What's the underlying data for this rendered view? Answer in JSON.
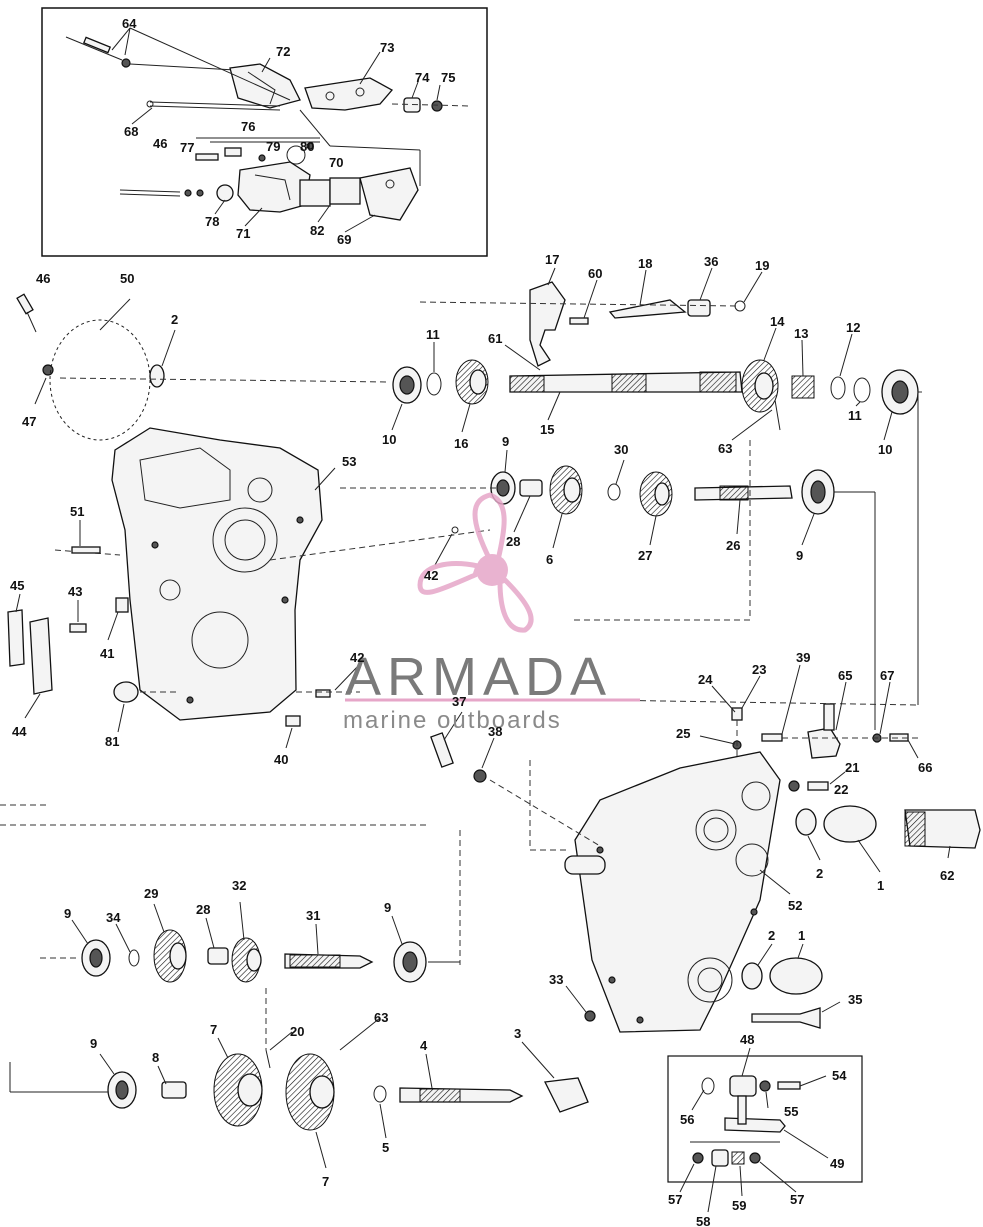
{
  "brand": {
    "name": "ARMADA",
    "tagline": "marine outboards",
    "color": "#e6a6c8"
  },
  "callouts": [
    {
      "id": "c64",
      "text": "64"
    },
    {
      "id": "c72",
      "text": "72"
    },
    {
      "id": "c73",
      "text": "73"
    },
    {
      "id": "c74",
      "text": "74"
    },
    {
      "id": "c75",
      "text": "75"
    },
    {
      "id": "c68",
      "text": "68"
    },
    {
      "id": "c76",
      "text": "76"
    },
    {
      "id": "c46a",
      "text": "46"
    },
    {
      "id": "c77",
      "text": "77"
    },
    {
      "id": "c79",
      "text": "79"
    },
    {
      "id": "c80",
      "text": "80"
    },
    {
      "id": "c70",
      "text": "70"
    },
    {
      "id": "c78",
      "text": "78"
    },
    {
      "id": "c71",
      "text": "71"
    },
    {
      "id": "c82",
      "text": "82"
    },
    {
      "id": "c69",
      "text": "69"
    },
    {
      "id": "c46b",
      "text": "46"
    },
    {
      "id": "c50",
      "text": "50"
    },
    {
      "id": "c2a",
      "text": "2"
    },
    {
      "id": "c47",
      "text": "47"
    },
    {
      "id": "c17",
      "text": "17"
    },
    {
      "id": "c60",
      "text": "60"
    },
    {
      "id": "c18",
      "text": "18"
    },
    {
      "id": "c36",
      "text": "36"
    },
    {
      "id": "c19",
      "text": "19"
    },
    {
      "id": "c14",
      "text": "14"
    },
    {
      "id": "c13",
      "text": "13"
    },
    {
      "id": "c12",
      "text": "12"
    },
    {
      "id": "c61",
      "text": "61"
    },
    {
      "id": "c11a",
      "text": "11"
    },
    {
      "id": "c10a",
      "text": "10"
    },
    {
      "id": "c16",
      "text": "16"
    },
    {
      "id": "c15",
      "text": "15"
    },
    {
      "id": "c63a",
      "text": "63"
    },
    {
      "id": "c11b",
      "text": "11"
    },
    {
      "id": "c10b",
      "text": "10"
    },
    {
      "id": "c53",
      "text": "53"
    },
    {
      "id": "c9a",
      "text": "9"
    },
    {
      "id": "c30",
      "text": "30"
    },
    {
      "id": "c28a",
      "text": "28"
    },
    {
      "id": "c6",
      "text": "6"
    },
    {
      "id": "c27",
      "text": "27"
    },
    {
      "id": "c26",
      "text": "26"
    },
    {
      "id": "c9b",
      "text": "9"
    },
    {
      "id": "c51",
      "text": "51"
    },
    {
      "id": "c42a",
      "text": "42"
    },
    {
      "id": "c45",
      "text": "45"
    },
    {
      "id": "c43",
      "text": "43"
    },
    {
      "id": "c41",
      "text": "41"
    },
    {
      "id": "c44",
      "text": "44"
    },
    {
      "id": "c81",
      "text": "81"
    },
    {
      "id": "c42b",
      "text": "42"
    },
    {
      "id": "c40",
      "text": "40"
    },
    {
      "id": "c37",
      "text": "37"
    },
    {
      "id": "c38",
      "text": "38"
    },
    {
      "id": "c24",
      "text": "24"
    },
    {
      "id": "c23",
      "text": "23"
    },
    {
      "id": "c39",
      "text": "39"
    },
    {
      "id": "c65",
      "text": "65"
    },
    {
      "id": "c67",
      "text": "67"
    },
    {
      "id": "c25",
      "text": "25"
    },
    {
      "id": "c66",
      "text": "66"
    },
    {
      "id": "c21",
      "text": "21"
    },
    {
      "id": "c22",
      "text": "22"
    },
    {
      "id": "c2b",
      "text": "2"
    },
    {
      "id": "c1a",
      "text": "1"
    },
    {
      "id": "c62",
      "text": "62"
    },
    {
      "id": "c52",
      "text": "52"
    },
    {
      "id": "c9c",
      "text": "9"
    },
    {
      "id": "c34",
      "text": "34"
    },
    {
      "id": "c29",
      "text": "29"
    },
    {
      "id": "c28b",
      "text": "28"
    },
    {
      "id": "c32",
      "text": "32"
    },
    {
      "id": "c31",
      "text": "31"
    },
    {
      "id": "c9d",
      "text": "9"
    },
    {
      "id": "c2c",
      "text": "2"
    },
    {
      "id": "c1b",
      "text": "1"
    },
    {
      "id": "c33",
      "text": "33"
    },
    {
      "id": "c35",
      "text": "35"
    },
    {
      "id": "c9e",
      "text": "9"
    },
    {
      "id": "c8",
      "text": "8"
    },
    {
      "id": "c7a",
      "text": "7"
    },
    {
      "id": "c20",
      "text": "20"
    },
    {
      "id": "c63b",
      "text": "63"
    },
    {
      "id": "c4",
      "text": "4"
    },
    {
      "id": "c3",
      "text": "3"
    },
    {
      "id": "c5",
      "text": "5"
    },
    {
      "id": "c7b",
      "text": "7"
    },
    {
      "id": "c48",
      "text": "48"
    },
    {
      "id": "c54",
      "text": "54"
    },
    {
      "id": "c56",
      "text": "56"
    },
    {
      "id": "c55",
      "text": "55"
    },
    {
      "id": "c49",
      "text": "49"
    },
    {
      "id": "c57a",
      "text": "57"
    },
    {
      "id": "c58",
      "text": "58"
    },
    {
      "id": "c59",
      "text": "59"
    },
    {
      "id": "c57b",
      "text": "57"
    }
  ]
}
